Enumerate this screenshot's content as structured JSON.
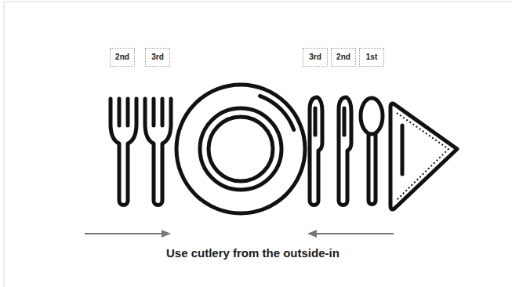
{
  "diagram": {
    "caption": "Use cutlery from the outside-in",
    "nodes": [
      {
        "text": [
          "2nd"
        ]
      },
      {
        "text": [
          "3rd"
        ]
      },
      {
        "text": [
          "3rd"
        ]
      },
      {
        "text": [
          "2nd"
        ]
      },
      {
        "text": [
          "1st"
        ]
      }
    ]
  }
}
